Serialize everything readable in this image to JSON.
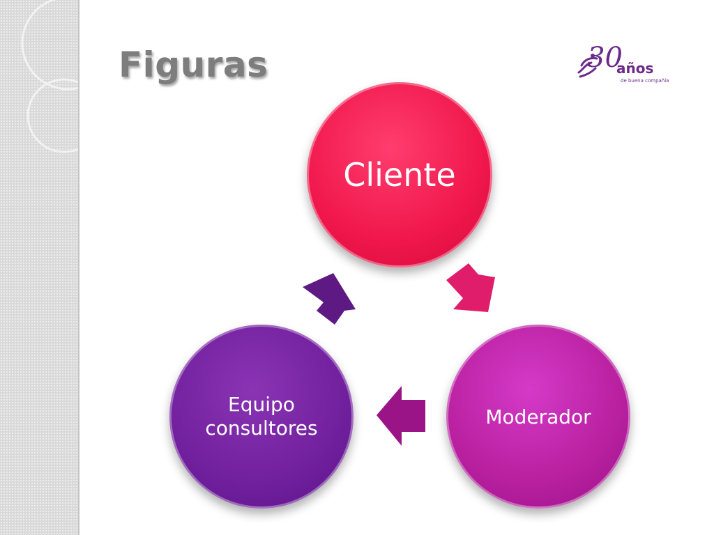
{
  "slide": {
    "title": "Figuras"
  },
  "logo": {
    "number": "30",
    "word": "años",
    "tagline": "de buena compañía"
  },
  "diagram": {
    "nodes": [
      {
        "id": "cliente",
        "label": "Cliente",
        "color": "#f0174c"
      },
      {
        "id": "moderador",
        "label": "Moderador",
        "color": "#b8209f"
      },
      {
        "id": "equipo",
        "label": "Equipo consultores",
        "color": "#71209e"
      }
    ],
    "arrows": [
      {
        "from": "cliente",
        "to": "moderador",
        "color": "#e01d6a"
      },
      {
        "from": "moderador",
        "to": "equipo",
        "color": "#9a1487"
      },
      {
        "from": "equipo",
        "to": "cliente",
        "color": "#5e1a82"
      }
    ]
  }
}
